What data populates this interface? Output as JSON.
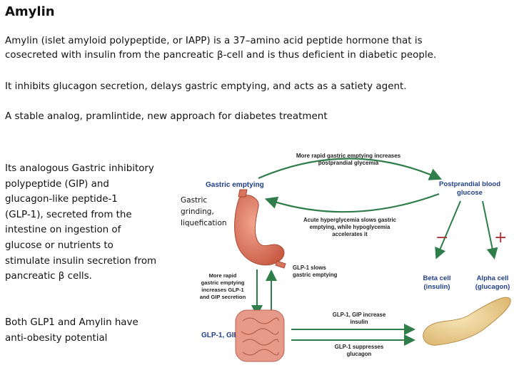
{
  "title": "Amylin",
  "paragraphs": {
    "p1_line1": "Amylin  (islet amyloid polypeptide, or IAPP) is a 37–amino acid peptide hormone  that is",
    "p1_line2": "cosecreted with insulin from the pancreatic β-cell and is thus deficient in diabetic people.",
    "p2": "It inhibits glucagon secretion, delays gastric emptying, and acts as a satiety agent.",
    "p3": "A stable analog, pramlintide, new approach for diabetes treatment"
  },
  "left_text": {
    "block1": [
      "Its analogous Gastric inhibitory",
      "polypeptide (GIP) and",
      "glucagon-like peptide-1",
      "(GLP-1), secreted from the",
      "intestine on ingestion of",
      "glucose or nutrients to",
      "stimulate insulin secretion from",
      "pancreatic β cells."
    ],
    "block2": [
      "Both GLP1 and Amylin have",
      "anti-obesity potential"
    ]
  },
  "diagram": {
    "top_arrow_label": [
      "More rapid gastric emptying increases",
      "postprandial glycemia"
    ],
    "gastric_emptying": "Gastric emptying",
    "gastric_note": [
      "Gastric",
      "grinding,",
      "liquefication"
    ],
    "postprandial": [
      "Postprandial blood",
      "glucose"
    ],
    "middle_arrow_label": [
      "Acute hyperglycemia slows gastric",
      "emptying, while hypoglycemia",
      "accelerates it"
    ],
    "minus_sign": "−",
    "plus_sign": "+",
    "glp1_slows": [
      "GLP-1 slows",
      "gastric emptying"
    ],
    "more_rapid": [
      "More rapid",
      "gastric emptying",
      "increases GLP-1",
      "and GIP secretion"
    ],
    "beta_cell": [
      "Beta cell",
      "(insulin)"
    ],
    "alpha_cell": [
      "Alpha cell",
      "(glucagon)"
    ],
    "glp1_gip": "GLP-1, GIP",
    "increase_insulin": [
      "GLP-1, GIP increase",
      "insulin"
    ],
    "suppresses_glucagon": [
      "GLP-1 suppresses",
      "glucagon"
    ],
    "colors": {
      "blue_label": "#1f3d8a",
      "arrow": "#2f7d4a",
      "stomach": "#d9745c",
      "intestine": "#e89a8a",
      "pancreas": "#f0d79a"
    }
  }
}
